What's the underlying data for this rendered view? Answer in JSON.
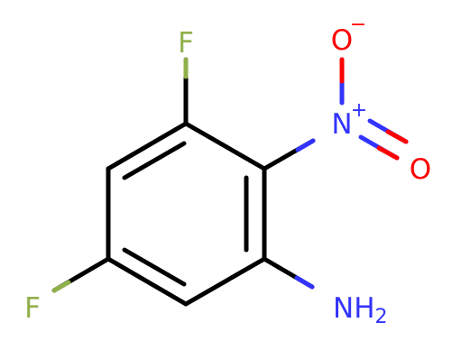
{
  "molecule": {
    "atoms": {
      "f_top": "F",
      "f_left": "F",
      "n_nitro": "N",
      "n_charge": "+",
      "o_top": "O",
      "o_top_charge": "−",
      "o_right": "O",
      "amine_n": "NH",
      "amine_sub": "2"
    },
    "colors": {
      "bond": "#000000",
      "fluorine": "#90b04a",
      "nitrogen": "#3333ff",
      "oxygen": "#ff0000"
    }
  }
}
